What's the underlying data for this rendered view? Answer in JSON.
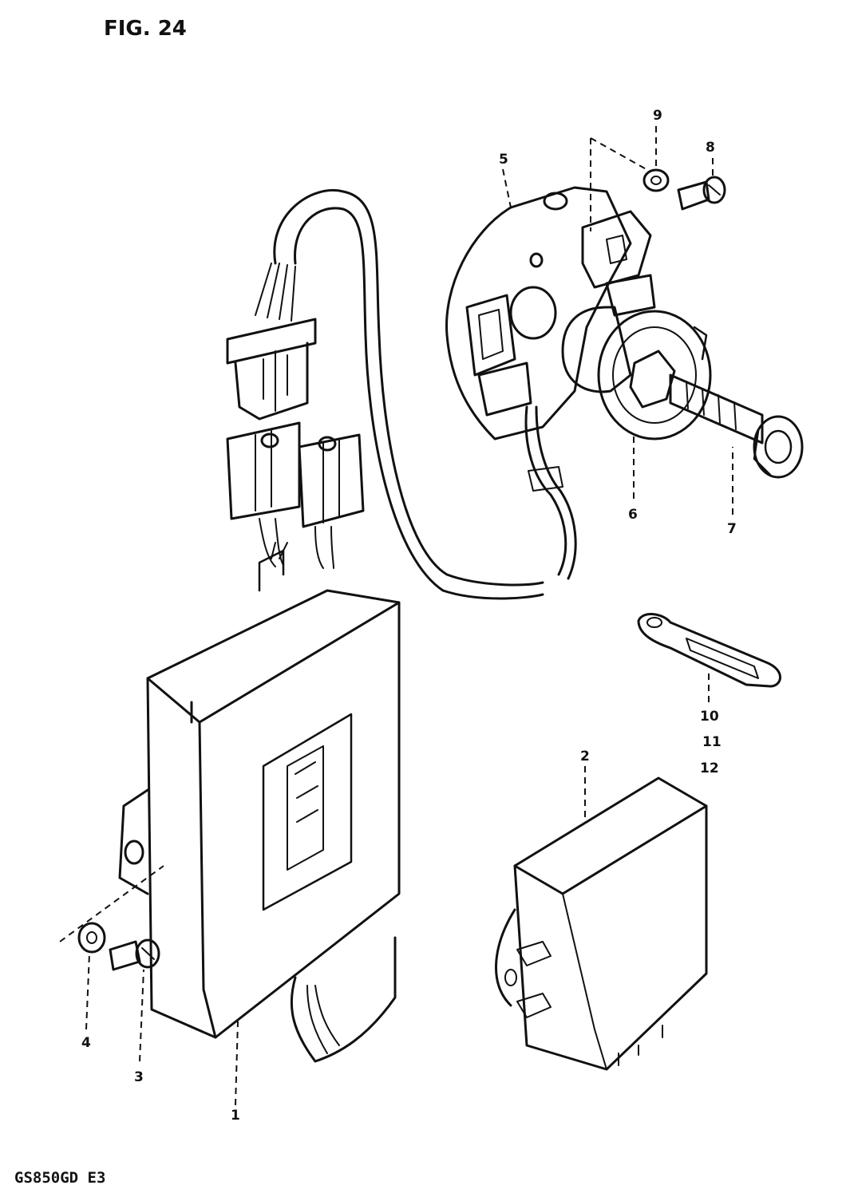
{
  "figure_label": "FIG. 24",
  "model_code": "GS850GD  E3",
  "callouts": [
    "1",
    "2",
    "3",
    "4",
    "5",
    "6",
    "7",
    "8",
    "9",
    "10",
    "11",
    "12"
  ]
}
